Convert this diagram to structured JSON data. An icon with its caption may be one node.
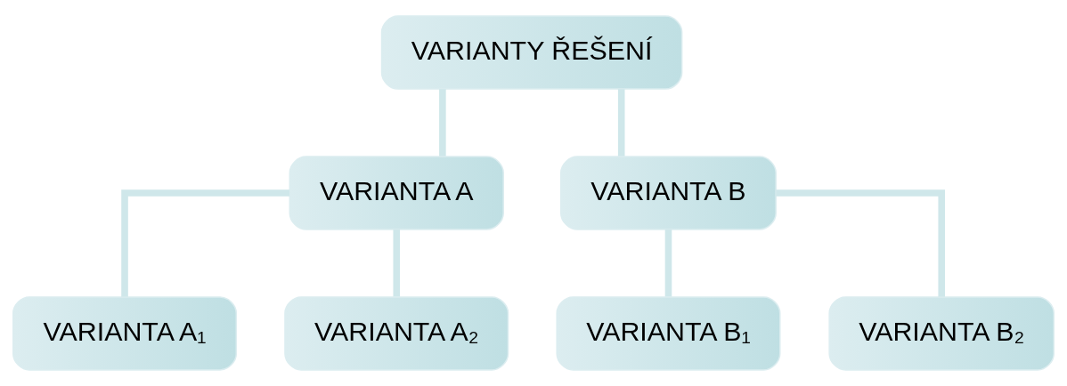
{
  "diagram": {
    "nodes": [
      {
        "text": [
          "VARIANTY ŘEŠENÍ"
        ]
      },
      {
        "text": [
          "VARIANTA A"
        ]
      },
      {
        "text": [
          "VARIANTA B"
        ]
      },
      {
        "text": [
          "VARIANTA A₁"
        ]
      },
      {
        "text": [
          "VARIANTA A₂"
        ]
      },
      {
        "text": [
          "VARIANTA B₁"
        ]
      },
      {
        "text": [
          "VARIANTA B₂"
        ]
      }
    ],
    "edges": [
      {
        "from": 0,
        "to": 1,
        "arrow": "none"
      },
      {
        "from": 0,
        "to": 2,
        "arrow": "none"
      },
      {
        "from": 1,
        "to": 3,
        "arrow": "none"
      },
      {
        "from": 1,
        "to": 4,
        "arrow": "none"
      },
      {
        "from": 2,
        "to": 5,
        "arrow": "none"
      },
      {
        "from": 2,
        "to": 6,
        "arrow": "none"
      }
    ]
  }
}
